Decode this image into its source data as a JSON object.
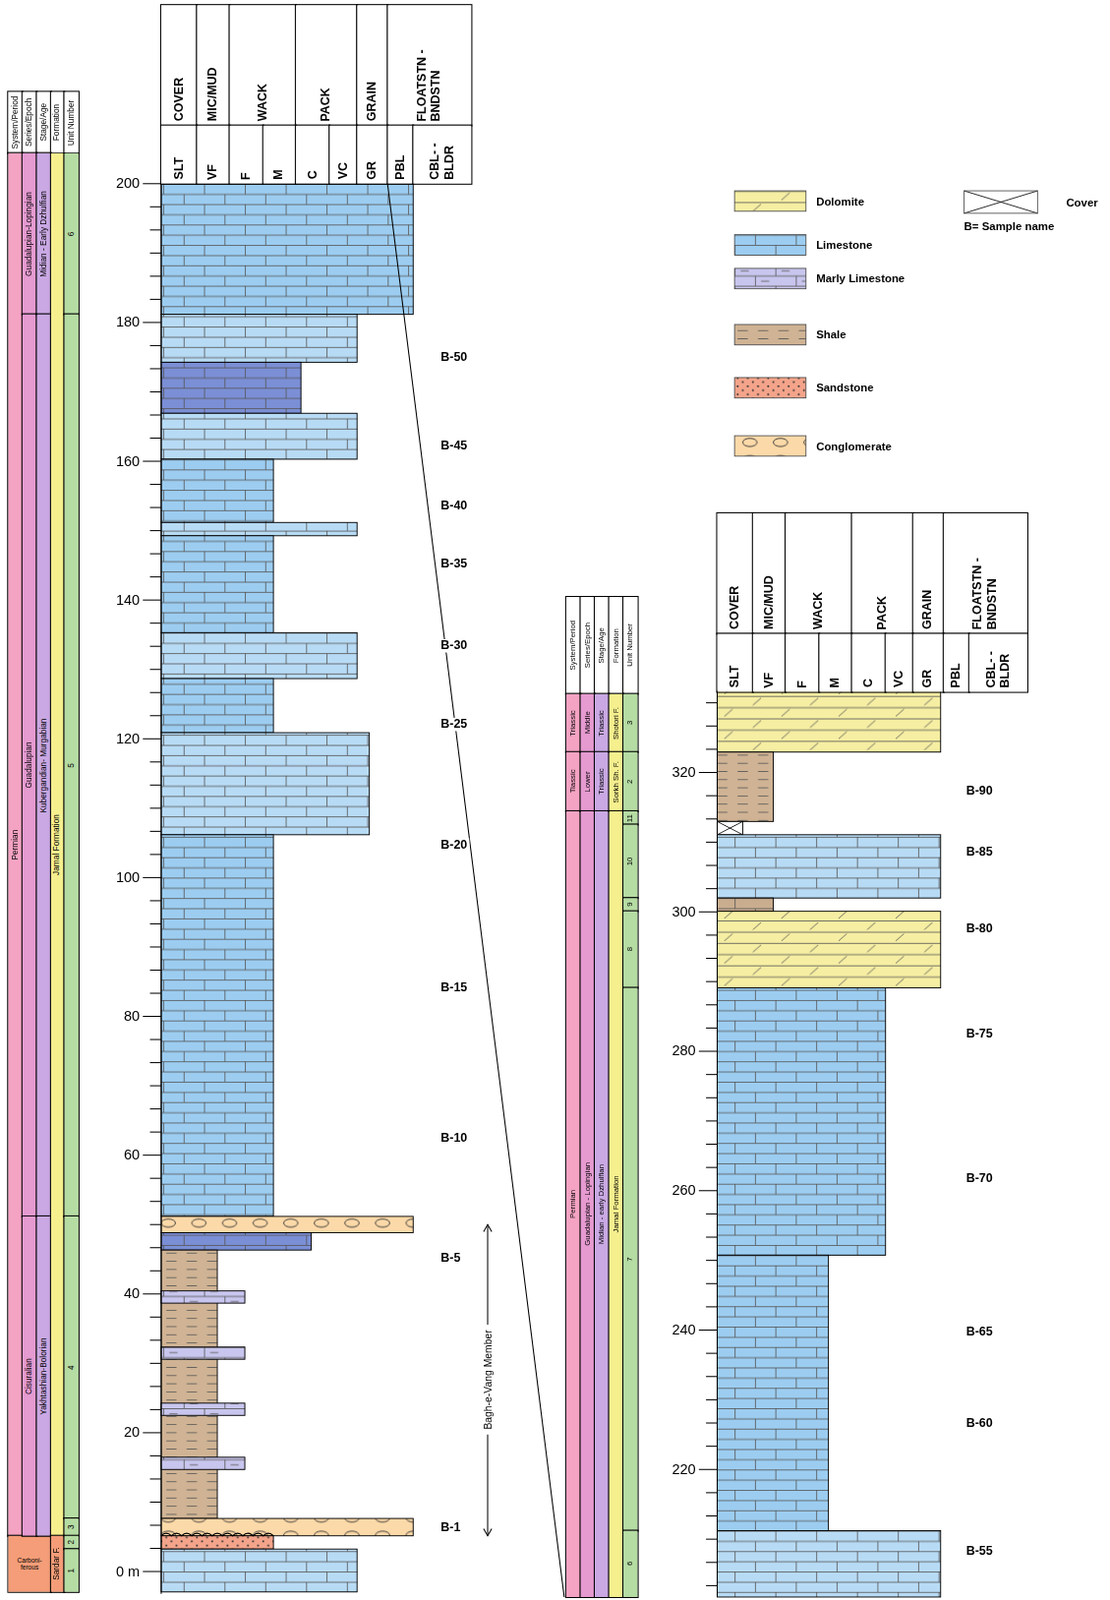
{
  "diagram": {
    "nodes": [
      {
        "text": [
          "System/Period"
        ]
      },
      {
        "text": [
          "Series/Epoch"
        ]
      },
      {
        "text": [
          "Stage/Age"
        ]
      },
      {
        "text": [
          "Formation"
        ]
      },
      {
        "text": [
          "Unit Number"
        ]
      },
      {
        "text": [
          "COVER"
        ]
      },
      {
        "text": [
          "MIC/MUD"
        ]
      },
      {
        "text": [
          "WACK"
        ]
      },
      {
        "text": [
          "PACK"
        ]
      },
      {
        "text": [
          "GRAIN"
        ]
      },
      {
        "text": [
          "FLOATSTN -BNDSTN"
        ]
      },
      {
        "text": [
          "SLT"
        ]
      },
      {
        "text": [
          "VF"
        ]
      },
      {
        "text": [
          "F"
        ]
      },
      {
        "text": [
          "M"
        ]
      },
      {
        "text": [
          "C"
        ]
      },
      {
        "text": [
          "VC"
        ]
      },
      {
        "text": [
          "GR"
        ]
      },
      {
        "text": [
          "PBL"
        ]
      },
      {
        "text": [
          "CBL- -BLDR"
        ]
      },
      {
        "text": [
          "Permian"
        ]
      },
      {
        "text": [
          "Carboni- ferous"
        ]
      },
      {
        "text": [
          "Guadalupian-Lopingian"
        ]
      },
      {
        "text": [
          "Guadalupian"
        ]
      },
      {
        "text": [
          "Cisuralian"
        ]
      },
      {
        "text": [
          "Midian - Early Dzhulfian"
        ]
      },
      {
        "text": [
          "Kubergandian- Murgabian"
        ]
      },
      {
        "text": [
          "Yakhtashian-Bolorian"
        ]
      },
      {
        "text": [
          "Jamal Formation"
        ]
      },
      {
        "text": [
          "Sardar F."
        ]
      },
      {
        "text": [
          "6"
        ]
      },
      {
        "text": [
          "5"
        ]
      },
      {
        "text": [
          "4"
        ]
      },
      {
        "text": [
          "3"
        ]
      },
      {
        "text": [
          "2"
        ]
      },
      {
        "text": [
          "1"
        ]
      },
      {
        "text": [
          "System/Period"
        ]
      },
      {
        "text": [
          "Series/Epoch"
        ]
      },
      {
        "text": [
          "Stage/Age"
        ]
      },
      {
        "text": [
          "Formation"
        ]
      },
      {
        "text": [
          "Unit Number"
        ]
      },
      {
        "text": [
          "Triassic"
        ]
      },
      {
        "text": [
          "Tiassic"
        ]
      },
      {
        "text": [
          "Permian"
        ]
      },
      {
        "text": [
          "Middle"
        ]
      },
      {
        "text": [
          "Lower"
        ]
      },
      {
        "text": [
          "Guadalupian - Lopingian"
        ]
      },
      {
        "text": [
          "Triassic"
        ]
      },
      {
        "text": [
          "Triassic"
        ]
      },
      {
        "text": [
          "Midian - early Dzhulfian"
        ]
      },
      {
        "text": [
          "Shotori F."
        ]
      },
      {
        "text": [
          "Sorkh Sh. F."
        ]
      },
      {
        "text": [
          "Jamal Formation"
        ]
      },
      {
        "text": [
          "3"
        ]
      },
      {
        "text": [
          "2"
        ]
      },
      {
        "text": [
          "11"
        ]
      },
      {
        "text": [
          "10"
        ]
      },
      {
        "text": [
          "9"
        ]
      },
      {
        "text": [
          "8"
        ]
      },
      {
        "text": [
          "7"
        ]
      },
      {
        "text": [
          "6"
        ]
      },
      {
        "text": [
          "COVER"
        ]
      },
      {
        "text": [
          "MIC/MUD"
        ]
      },
      {
        "text": [
          "WACK"
        ]
      },
      {
        "text": [
          "PACK"
        ]
      },
      {
        "text": [
          "GRAIN"
        ]
      },
      {
        "text": [
          "FLOATSTN -BNDSTN"
        ]
      },
      {
        "text": [
          "SLT"
        ]
      },
      {
        "text": [
          "VF"
        ]
      },
      {
        "text": [
          "F"
        ]
      },
      {
        "text": [
          "M"
        ]
      },
      {
        "text": [
          "C"
        ]
      },
      {
        "text": [
          "VC"
        ]
      },
      {
        "text": [
          "GR"
        ]
      },
      {
        "text": [
          "PBL"
        ]
      },
      {
        "text": [
          "CBL- -BLDR"
        ]
      }
    ],
    "labels": [
      "200",
      "180",
      "160",
      "140",
      "120",
      "100",
      "80",
      "60",
      "40",
      "20",
      "0 m",
      "B-50",
      "B-45",
      "B-40",
      "B-35",
      "B-30",
      "B-25",
      "B-20",
      "B-15",
      "B-10",
      "B-5",
      "B-1",
      "Bagh-e-Vang Member",
      "320",
      "300",
      "280",
      "260",
      "240",
      "220",
      "B-90",
      "B-85",
      "B-80",
      "B-75",
      "B-70",
      "B-65",
      "B-60",
      "B-55"
    ],
    "legend": [
      {
        "text": "Dolomite",
        "color": "#f6eea2"
      },
      {
        "text": "Limestone",
        "color": "#9ccdf1"
      },
      {
        "text": "Marly Limestone",
        "color": "#c8c6ee"
      },
      {
        "text": "Shale",
        "color": "#cfb394"
      },
      {
        "text": "Sandstone",
        "color": "#f4a48a"
      },
      {
        "text": "Conglomerate",
        "color": "#fcd9a8"
      },
      {
        "text": "Cover"
      },
      {
        "text": "B= Sample name"
      }
    ]
  }
}
